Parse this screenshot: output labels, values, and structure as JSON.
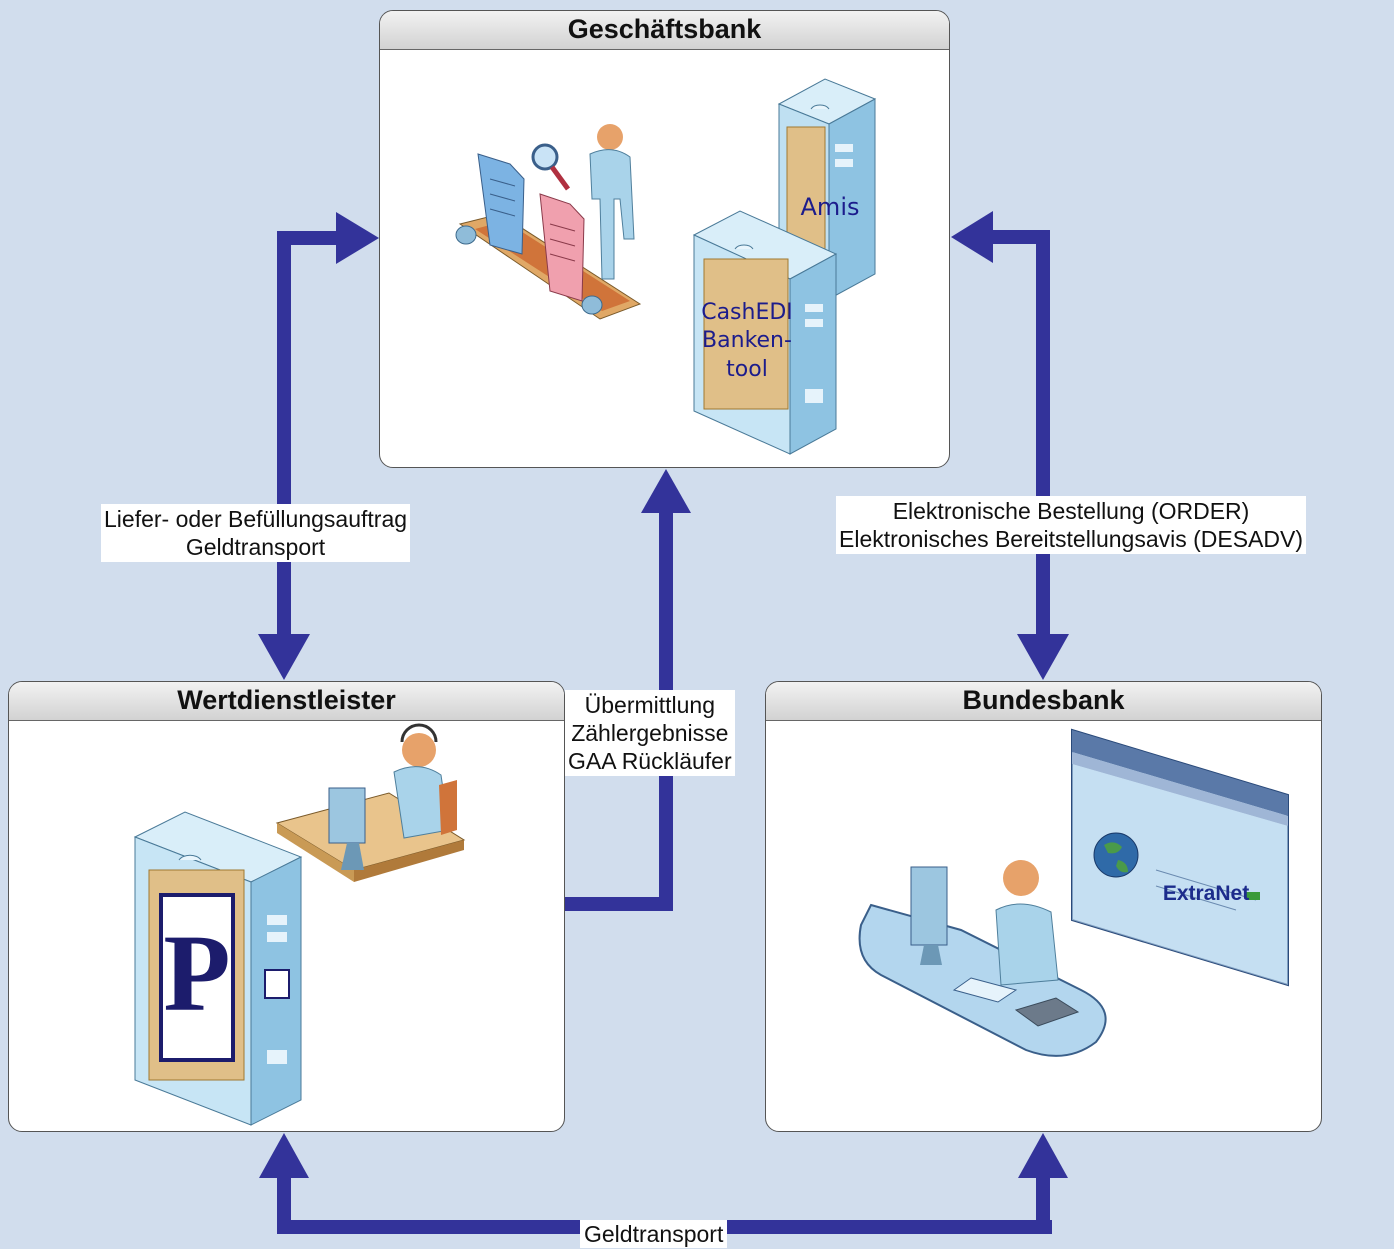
{
  "boxes": {
    "geschaeftsbank": {
      "title": "Geschäftsbank",
      "server_amis": "Amis",
      "server_cashedi": [
        "CashEDI",
        "Banken-",
        "tool"
      ]
    },
    "wertdienstleister": {
      "title": "Wertdienstleister",
      "server_logo": "P"
    },
    "bundesbank": {
      "title": "Bundesbank",
      "extranet": "ExtraNet"
    }
  },
  "flows": {
    "left": {
      "lines": [
        "Liefer- oder Befüllungsauftrag",
        "Geldtransport"
      ]
    },
    "right": {
      "lines": [
        "Elektronische Bestellung (ORDER)",
        "Elektronisches Bereitstellungsavis (DESADV)"
      ]
    },
    "center": {
      "lines": [
        "Übermittlung",
        "Zählergebnisse",
        "GAA Rückläufer"
      ]
    },
    "bottom": {
      "lines": [
        "Geldtransport"
      ]
    }
  },
  "colors": {
    "background": "#d1dded",
    "arrow": "#33339a",
    "box_header": "#dcdcdc"
  }
}
